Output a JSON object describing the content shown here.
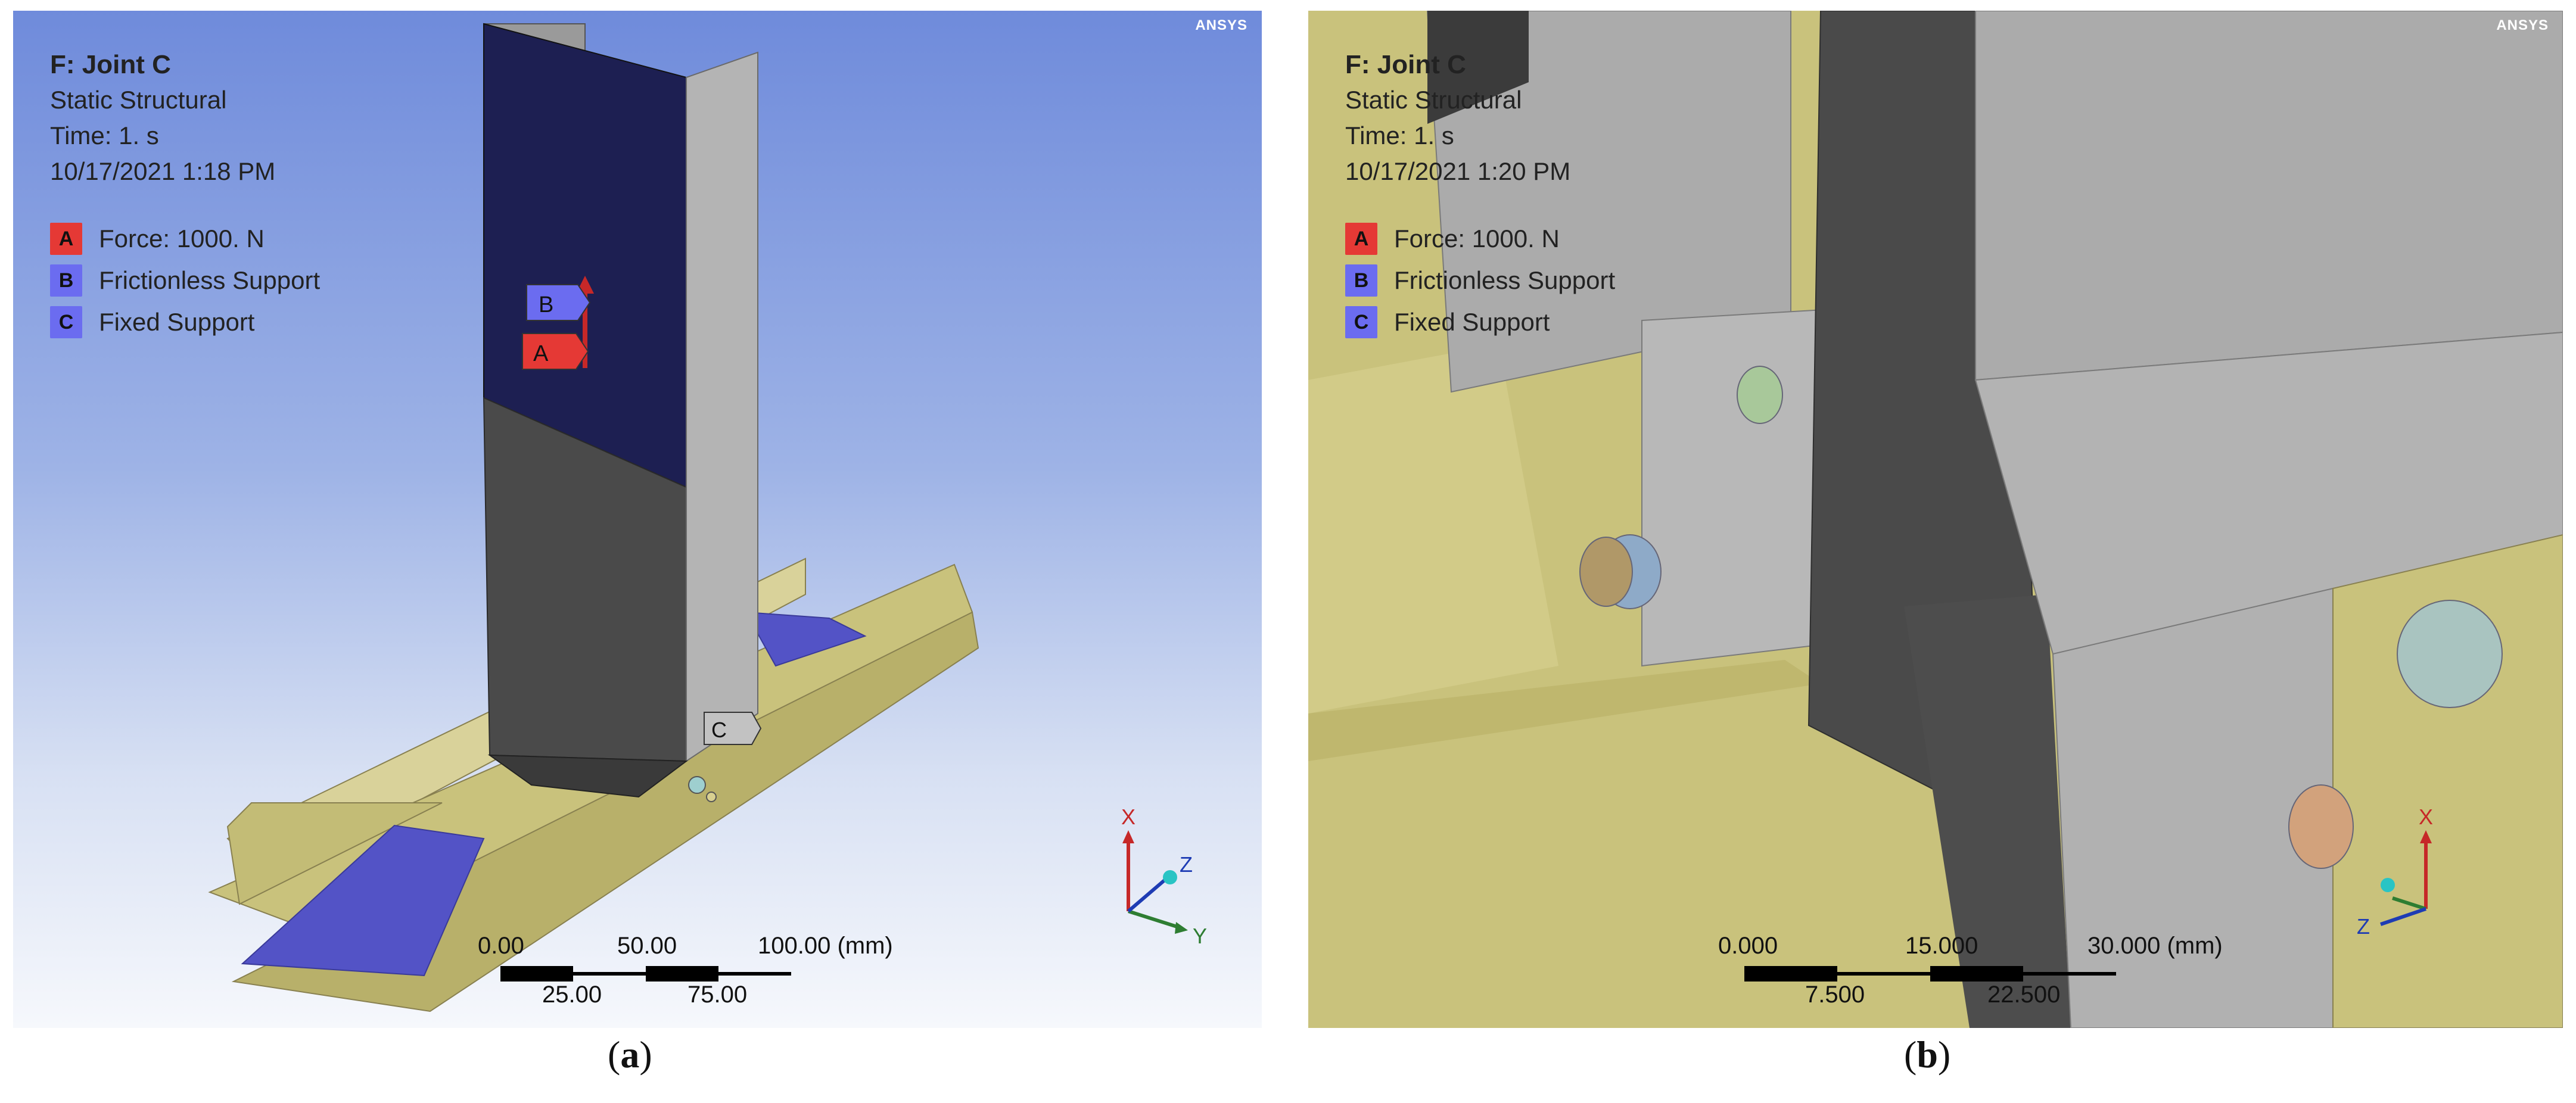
{
  "panel_a": {
    "title": "F: Joint C",
    "analysis": "Static Structural",
    "time": "Time: 1. s",
    "datetime": "10/17/2021 1:18 PM",
    "legend": [
      {
        "letter": "A",
        "label": "Force: 1000. N",
        "color": "#e53935"
      },
      {
        "letter": "B",
        "label": "Frictionless Support",
        "color": "#6b6cf0"
      },
      {
        "letter": "C",
        "label": "Fixed Support",
        "color": "#6b6cf0"
      }
    ],
    "scene_labels": {
      "b": "B",
      "a": "A",
      "c": "C"
    },
    "axes": {
      "x": "X",
      "y": "Y",
      "z": "Z"
    },
    "scale": {
      "l0": "0.00",
      "l1": "50.00",
      "l2": "100.00 (mm)",
      "l3": "25.00",
      "l4": "75.00"
    },
    "caption": {
      "letter": "a",
      "open": "(",
      "close": ")"
    }
  },
  "panel_b": {
    "title": "F: Joint C",
    "analysis": "Static Structural",
    "time": "Time: 1. s",
    "datetime": "10/17/2021 1:20 PM",
    "legend": [
      {
        "letter": "A",
        "label": "Force: 1000. N",
        "color": "#e53935"
      },
      {
        "letter": "B",
        "label": "Frictionless Support",
        "color": "#6b6cf0"
      },
      {
        "letter": "C",
        "label": "Fixed Support",
        "color": "#6b6cf0"
      }
    ],
    "axes": {
      "x": "X",
      "z": "Z"
    },
    "scale": {
      "l0": "0.000",
      "l1": "15.000",
      "l2": "30.000 (mm)",
      "l3": "7.500",
      "l4": "22.500"
    },
    "caption": {
      "letter": "b",
      "open": "(",
      "close": ")"
    }
  },
  "logo_text": "ANSYS",
  "colors": {
    "beam_yellow": "#c9c27c",
    "support_blue": "#5353c6",
    "column_dark": "#4a4a4a",
    "column_light": "#b4b4b4",
    "face_navy": "#1d1f52",
    "force_red": "#e53935"
  }
}
